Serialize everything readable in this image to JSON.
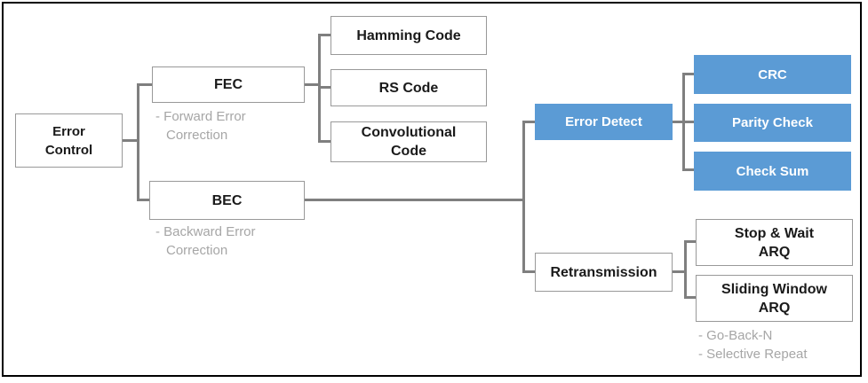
{
  "diagram": {
    "colors": {
      "node_fill_blue": "#5b9bd5",
      "node_text_on_blue": "#ffffff",
      "node_border_gray": "#999999",
      "connector_gray": "#7f7f7f",
      "note_gray": "#a6a6a6",
      "frame_black": "#000000"
    },
    "nodes": {
      "error_control": {
        "label": "Error\nControl"
      },
      "fec": {
        "label": "FEC"
      },
      "bec": {
        "label": "BEC"
      },
      "hamming_code": {
        "label": "Hamming Code"
      },
      "rs_code": {
        "label": "RS Code"
      },
      "convolutional_code": {
        "label": "Convolutional\nCode"
      },
      "error_detect": {
        "label": "Error Detect"
      },
      "crc": {
        "label": "CRC"
      },
      "parity_check": {
        "label": "Parity Check"
      },
      "check_sum": {
        "label": "Check Sum"
      },
      "retransmission": {
        "label": "Retransmission"
      },
      "stop_and_wait_arq": {
        "label": "Stop & Wait\nARQ"
      },
      "sliding_window_arq": {
        "label": "Sliding Window\nARQ"
      }
    },
    "notes": {
      "fec": "- Forward Error\nCorrection",
      "bec": "- Backward Error\nCorrection",
      "sliding_window": "- Go-Back-N\n- Selective Repeat"
    }
  }
}
